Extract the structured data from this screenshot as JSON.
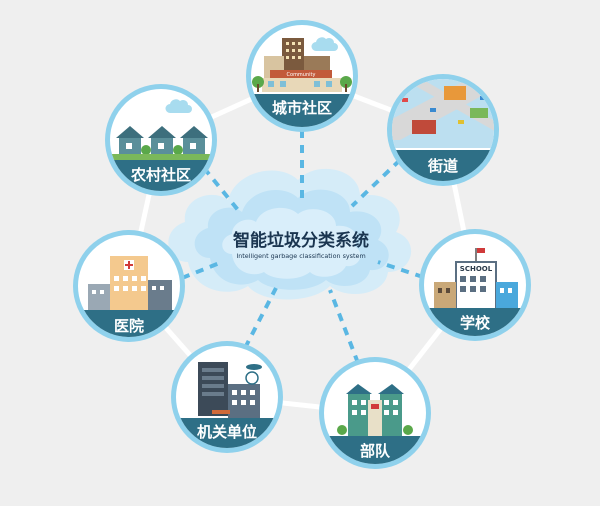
{
  "hub": {
    "title": "智能垃圾分类系统",
    "subtitle": "Intelligent garbage classification system"
  },
  "nodes": [
    {
      "id": "city-community",
      "label": "城市社区",
      "icon": "city-buildings-icon",
      "sign_text": "Community"
    },
    {
      "id": "street",
      "label": "街道",
      "icon": "street-map-icon"
    },
    {
      "id": "school",
      "label": "学校",
      "icon": "school-building-icon",
      "sign_text": "SCHOOL"
    },
    {
      "id": "military",
      "label": "部队",
      "icon": "barracks-building-icon"
    },
    {
      "id": "government",
      "label": "机关单位",
      "icon": "office-building-icon"
    },
    {
      "id": "hospital",
      "label": "医院",
      "icon": "hospital-building-icon"
    },
    {
      "id": "rural-community",
      "label": "农村社区",
      "icon": "village-houses-icon"
    }
  ],
  "colors": {
    "background": "#efefef",
    "ring": "#8fd1ec",
    "label_band": "#2e6f86",
    "dashed_link": "#5ab7e3",
    "cloud_outer": "#d5ecf8",
    "cloud_inner": "#bfe2f6"
  }
}
